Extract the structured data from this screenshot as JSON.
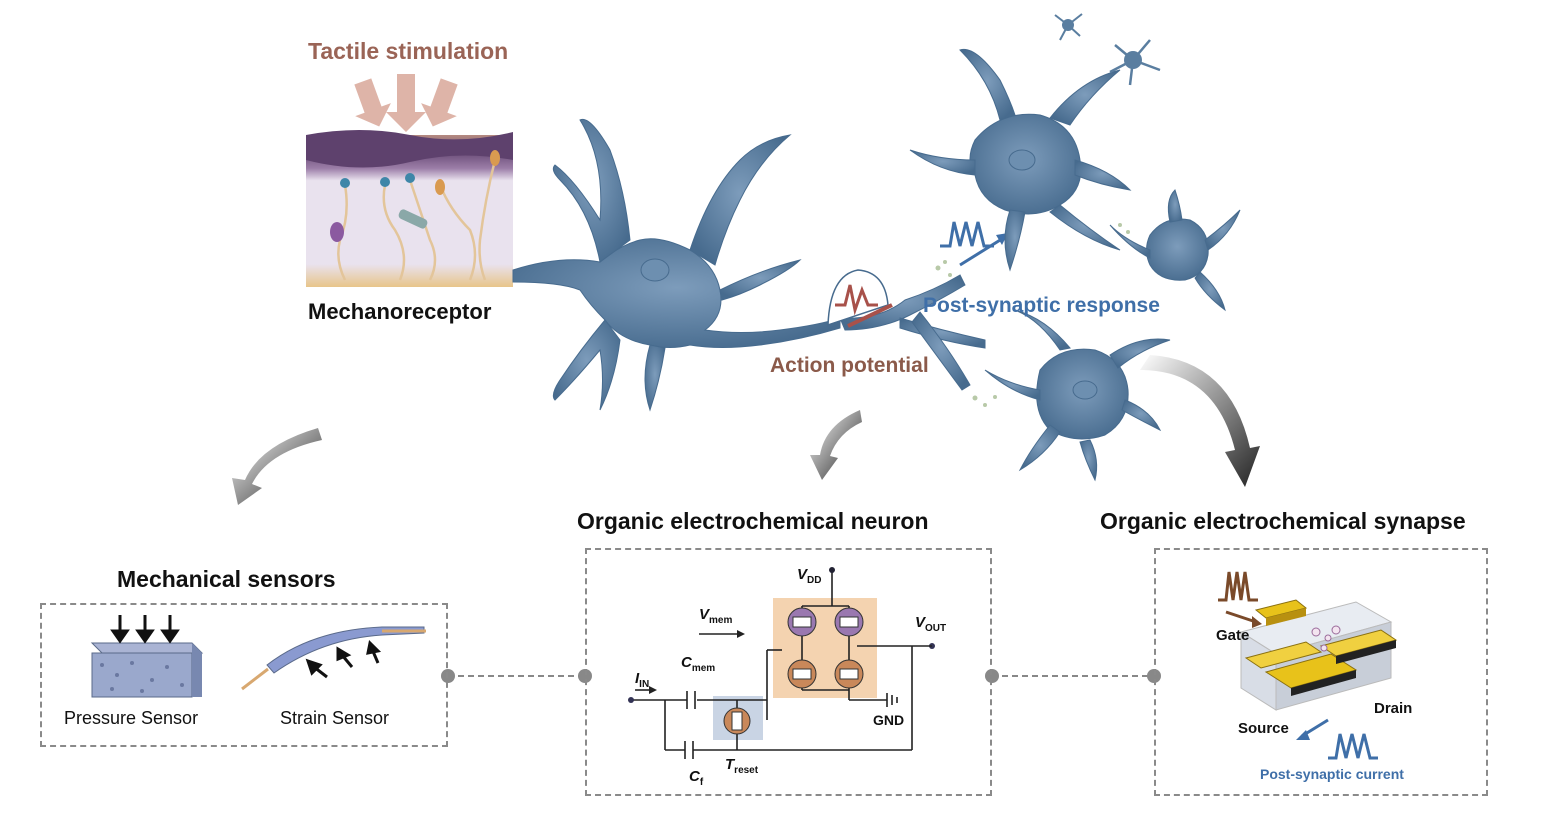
{
  "top": {
    "tactile_stimulation": "Tactile stimulation",
    "mechanoreceptor": "Mechanoreceptor",
    "action_potential": "Action potential",
    "post_synaptic_response": "Post-synaptic response"
  },
  "sensors": {
    "title": "Mechanical sensors",
    "pressure_label": "Pressure Sensor",
    "strain_label": "Strain Sensor"
  },
  "neuron_circuit": {
    "title": "Organic electrochemical neuron",
    "vdd": "V",
    "vdd_sub": "DD",
    "vmem": "V",
    "vmem_sub": "mem",
    "vout": "V",
    "vout_sub": "OUT",
    "iin": "I",
    "iin_sub": "IN",
    "cmem": "C",
    "cmem_sub": "mem",
    "cf": "C",
    "cf_sub": "f",
    "treset": "T",
    "treset_sub": "reset",
    "gnd": "GND"
  },
  "synapse": {
    "title": "Organic electrochemical synapse",
    "gate": "Gate",
    "source": "Source",
    "drain": "Drain",
    "psc": "Post-synaptic current"
  },
  "colors": {
    "neuron_blue": "#5a7ea0",
    "brown_text": "#8b5a4a",
    "blue_text": "#3f6fa8",
    "gold": "#e8c21a",
    "orange_bg": "#f4d3b0",
    "purple": "#8a6aa0"
  }
}
